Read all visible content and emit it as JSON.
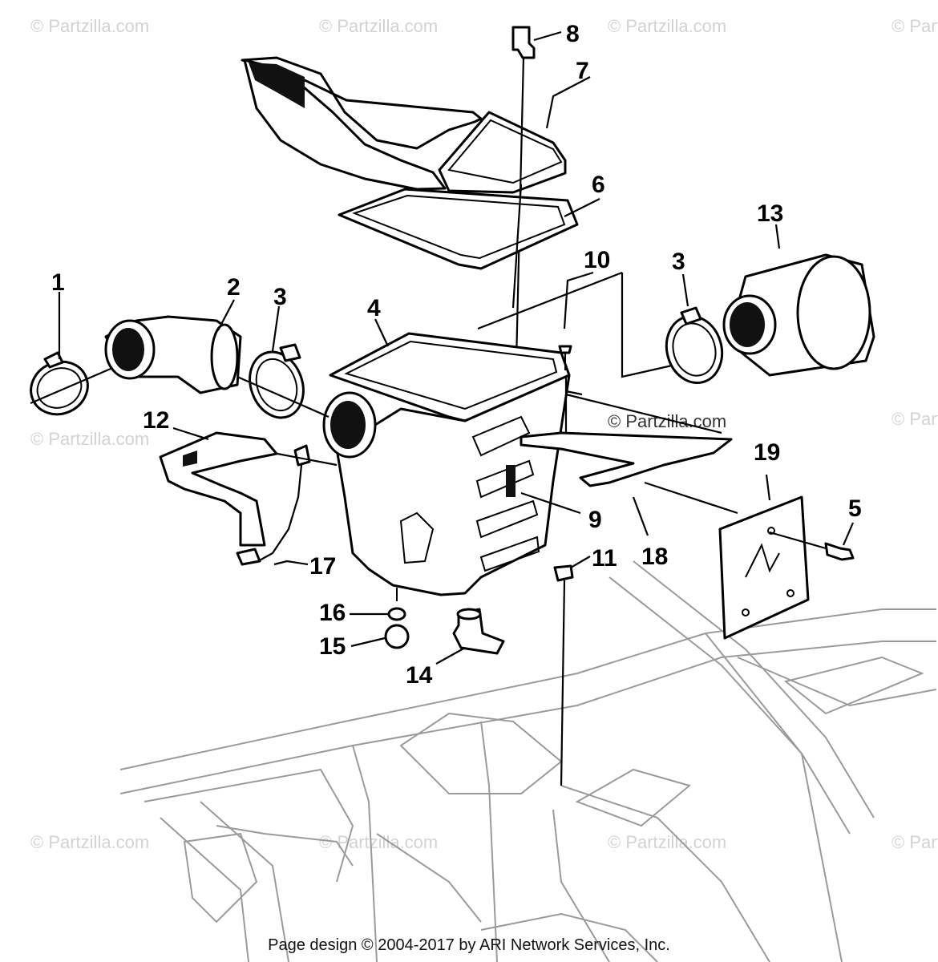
{
  "callouts": {
    "c1": "1",
    "c2": "2",
    "c3a": "3",
    "c3b": "3",
    "c4": "4",
    "c5": "5",
    "c6": "6",
    "c7": "7",
    "c8": "8",
    "c9": "9",
    "c10": "10",
    "c11": "11",
    "c12": "12",
    "c13": "13",
    "c14": "14",
    "c15": "15",
    "c16": "16",
    "c17": "17",
    "c18": "18",
    "c19": "19"
  },
  "watermark": "© Partzilla.com",
  "footer": "Page design © 2004-2017 by ARI Network Services, Inc."
}
